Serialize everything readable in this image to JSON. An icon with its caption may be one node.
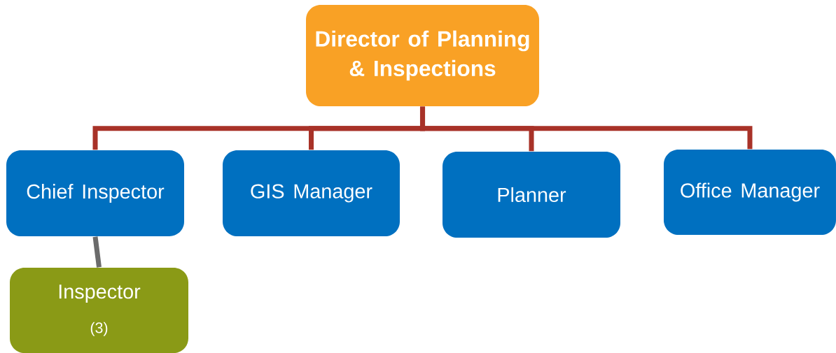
{
  "diagram": {
    "nodes": [
      {
        "text": [
          "Director of Planning & Inspections"
        ]
      },
      {
        "text": [
          "Chief Inspector"
        ]
      },
      {
        "text": [
          "GIS Manager"
        ]
      },
      {
        "text": [
          "Planner"
        ]
      },
      {
        "text": [
          "Office Manager"
        ]
      },
      {
        "text": [
          "Inspector",
          "(3)"
        ]
      }
    ],
    "edges": [
      {
        "from": 0,
        "to": 1,
        "arrow": "none"
      },
      {
        "from": 0,
        "to": 2,
        "arrow": "none"
      },
      {
        "from": 0,
        "to": 3,
        "arrow": "none"
      },
      {
        "from": 0,
        "to": 4,
        "arrow": "none"
      },
      {
        "from": 1,
        "to": 5,
        "arrow": "none",
        "color": "#6b6b6b"
      }
    ]
  }
}
